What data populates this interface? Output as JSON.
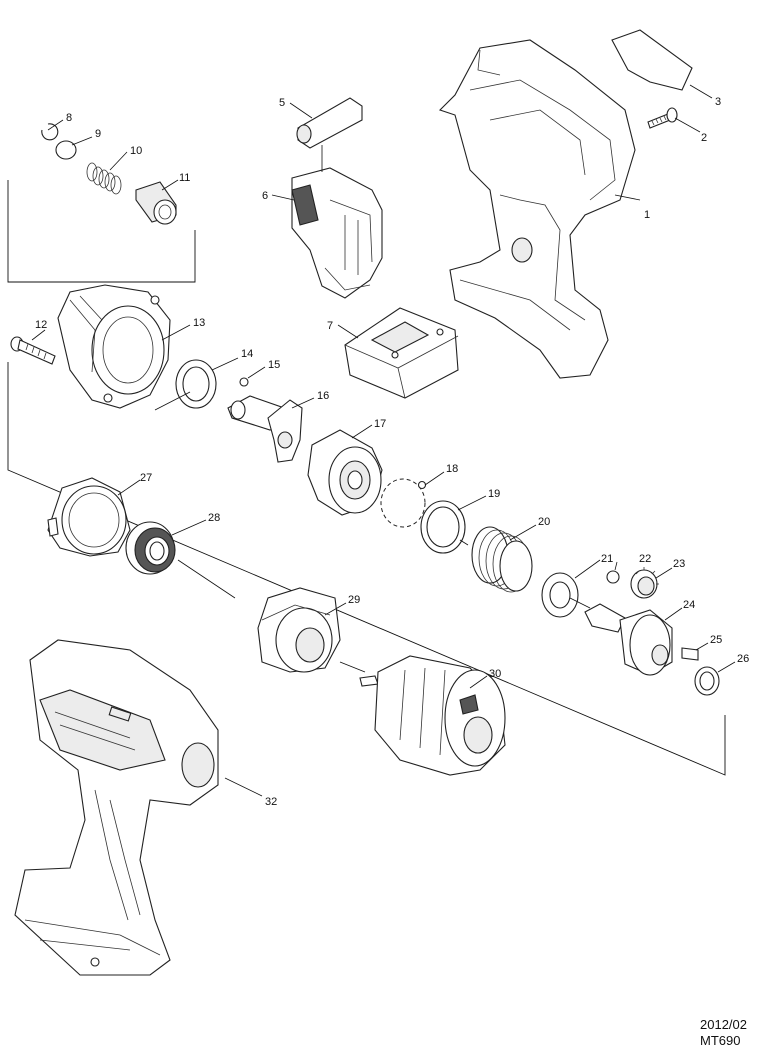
{
  "callouts": [
    "1",
    "2",
    "3",
    "5",
    "6",
    "7",
    "8",
    "9",
    "10",
    "11",
    "12",
    "13",
    "14",
    "15",
    "16",
    "17",
    "18",
    "19",
    "20",
    "21",
    "22",
    "23",
    "24",
    "25",
    "26",
    "27",
    "28",
    "29",
    "30",
    "32"
  ],
  "footer": {
    "date": "2012/02",
    "model": "MT690"
  },
  "colors": {
    "line": "#222222",
    "fill": "#ffffff",
    "shade": "#ececec"
  }
}
